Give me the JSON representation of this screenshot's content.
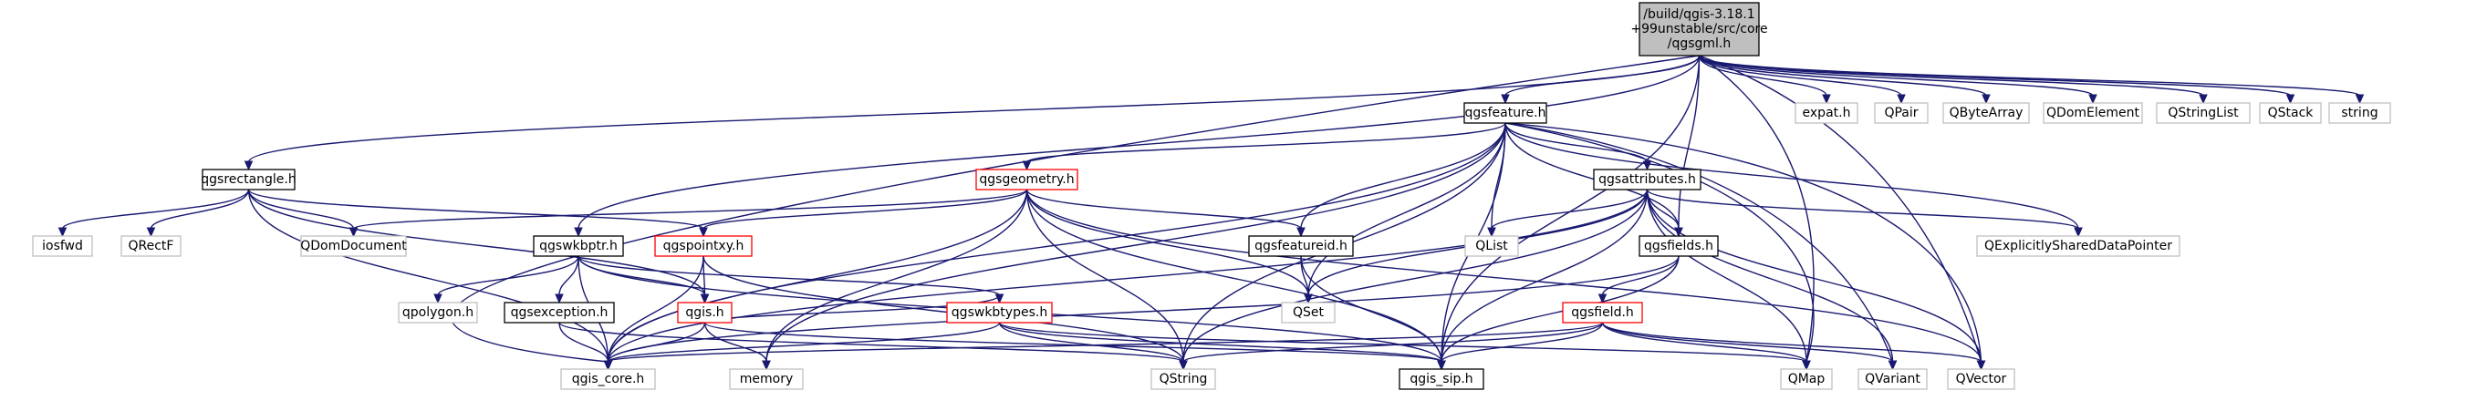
{
  "colors": {
    "edge": "#191970",
    "root_fill": "#bfbfbf",
    "node_fill": "#ffffff",
    "border_black": "#000000",
    "border_red": "#ff0000",
    "border_gray": "#bfbfbf",
    "text": "#000000"
  },
  "nodes": {
    "root": [
      "/build/qgis-3.18.1",
      "+99unstable/src/core",
      "/qgsgml.h"
    ],
    "qgsfeature": "qgsfeature.h",
    "expat": "expat.h",
    "qpair": "QPair",
    "qbytearray": "QByteArray",
    "qdomelement": "QDomElement",
    "qstringlist": "QStringList",
    "qstack": "QStack",
    "string": "string",
    "qgsrectangle": "qgsrectangle.h",
    "qgsgeometry": "qgsgeometry.h",
    "qgsattributes": "qgsattributes.h",
    "iosfwd": "iosfwd",
    "qrectf": "QRectF",
    "qdomdocument": "QDomDocument",
    "qgswkbptr": "qgswkbptr.h",
    "qgspointxy": "qgspointxy.h",
    "qgsfeatureid": "qgsfeatureid.h",
    "qlist": "QList",
    "qgsfields": "qgsfields.h",
    "qexplicit": "QExplicitlySharedDataPointer",
    "qpolygon": "qpolygon.h",
    "qgsexception": "qgsexception.h",
    "qgis": "qgis.h",
    "qgswkbtypes": "qgswkbtypes.h",
    "qset": "QSet",
    "qgsfield": "qgsfield.h",
    "qgis_core": "qgis_core.h",
    "memory": "memory",
    "qstring": "QString",
    "qgis_sip": "qgis_sip.h",
    "qmap": "QMap",
    "qvariant": "QVariant",
    "qvector": "QVector"
  }
}
